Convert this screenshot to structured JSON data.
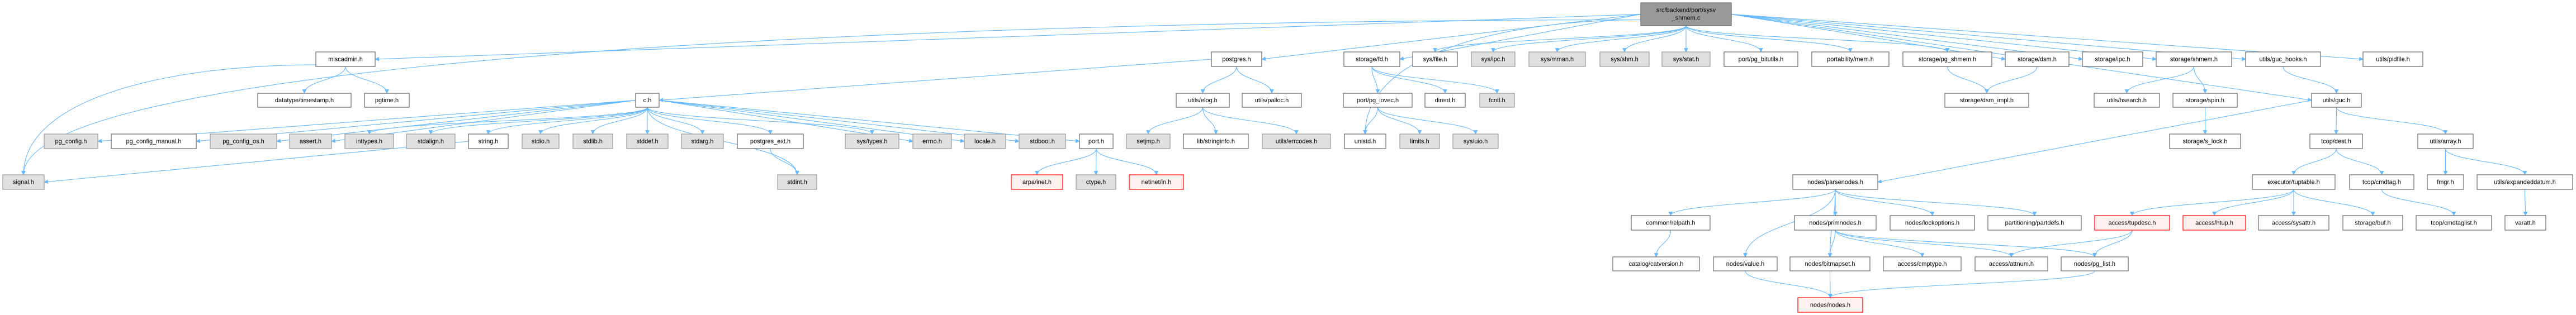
{
  "title": "src/backend/port/sysv_shmem.c include dependency graph",
  "colors": {
    "edge": "#63b8ff",
    "root_fill": "#999999",
    "system_fill": "#e0e0e0",
    "doc_fill": "#ffffff",
    "truncated_border": "#ff0000",
    "truncated_fill": "#fff0f0"
  },
  "nodes": [
    {
      "id": "root",
      "label": "src/backend/port/sysv\n_shmem.c",
      "kind": "root"
    },
    {
      "id": "miscadmin",
      "label": "miscadmin.h",
      "kind": "doc"
    },
    {
      "id": "postgres",
      "label": "postgres.h",
      "kind": "doc"
    },
    {
      "id": "fd",
      "label": "storage/fd.h",
      "kind": "doc"
    },
    {
      "id": "sysfile",
      "label": "sys/file.h",
      "kind": "doc"
    },
    {
      "id": "sysipc",
      "label": "sys/ipc.h",
      "kind": "system"
    },
    {
      "id": "sysmman",
      "label": "sys/mman.h",
      "kind": "system"
    },
    {
      "id": "sysshm",
      "label": "sys/shm.h",
      "kind": "system"
    },
    {
      "id": "sysstat",
      "label": "sys/stat.h",
      "kind": "system"
    },
    {
      "id": "bitutils",
      "label": "port/pg_bitutils.h",
      "kind": "doc"
    },
    {
      "id": "pmem",
      "label": "portability/mem.h",
      "kind": "doc"
    },
    {
      "id": "pgshmem",
      "label": "storage/pg_shmem.h",
      "kind": "doc"
    },
    {
      "id": "dsm",
      "label": "storage/dsm.h",
      "kind": "doc"
    },
    {
      "id": "ipc",
      "label": "storage/ipc.h",
      "kind": "doc"
    },
    {
      "id": "shmem",
      "label": "storage/shmem.h",
      "kind": "doc"
    },
    {
      "id": "guchooks",
      "label": "utils/guc_hooks.h",
      "kind": "doc"
    },
    {
      "id": "pidfile",
      "label": "utils/pidfile.h",
      "kind": "doc"
    },
    {
      "id": "timestamp",
      "label": "datatype/timestamp.h",
      "kind": "doc"
    },
    {
      "id": "pgtime",
      "label": "pgtime.h",
      "kind": "doc"
    },
    {
      "id": "c",
      "label": "c.h",
      "kind": "doc"
    },
    {
      "id": "elog",
      "label": "utils/elog.h",
      "kind": "doc"
    },
    {
      "id": "palloc",
      "label": "utils/palloc.h",
      "kind": "doc"
    },
    {
      "id": "iovec",
      "label": "port/pg_iovec.h",
      "kind": "doc"
    },
    {
      "id": "dirent",
      "label": "dirent.h",
      "kind": "doc"
    },
    {
      "id": "fcntl",
      "label": "fcntl.h",
      "kind": "system"
    },
    {
      "id": "dsmimpl",
      "label": "storage/dsm_impl.h",
      "kind": "doc"
    },
    {
      "id": "hsearch",
      "label": "utils/hsearch.h",
      "kind": "doc"
    },
    {
      "id": "spin",
      "label": "storage/spin.h",
      "kind": "doc"
    },
    {
      "id": "guc",
      "label": "utils/guc.h",
      "kind": "doc"
    },
    {
      "id": "pgconfig",
      "label": "pg_config.h",
      "kind": "system"
    },
    {
      "id": "pgconfigmanual",
      "label": "pg_config_manual.h",
      "kind": "doc"
    },
    {
      "id": "pgconfigos",
      "label": "pg_config_os.h",
      "kind": "system"
    },
    {
      "id": "assert",
      "label": "assert.h",
      "kind": "system"
    },
    {
      "id": "inttypes",
      "label": "inttypes.h",
      "kind": "system"
    },
    {
      "id": "stdalign",
      "label": "stdalign.h",
      "kind": "system"
    },
    {
      "id": "string",
      "label": "string.h",
      "kind": "doc"
    },
    {
      "id": "stdio",
      "label": "stdio.h",
      "kind": "system"
    },
    {
      "id": "stdlib",
      "label": "stdlib.h",
      "kind": "system"
    },
    {
      "id": "stddef",
      "label": "stddef.h",
      "kind": "system"
    },
    {
      "id": "stdarg",
      "label": "stdarg.h",
      "kind": "system"
    },
    {
      "id": "postgresext",
      "label": "postgres_ext.h",
      "kind": "doc"
    },
    {
      "id": "systypes",
      "label": "sys/types.h",
      "kind": "system"
    },
    {
      "id": "errno",
      "label": "errno.h",
      "kind": "system"
    },
    {
      "id": "locale",
      "label": "locale.h",
      "kind": "system"
    },
    {
      "id": "stdbool",
      "label": "stdbool.h",
      "kind": "system"
    },
    {
      "id": "port",
      "label": "port.h",
      "kind": "doc"
    },
    {
      "id": "setjmp",
      "label": "setjmp.h",
      "kind": "system"
    },
    {
      "id": "stringinfo",
      "label": "lib/stringinfo.h",
      "kind": "doc"
    },
    {
      "id": "errcodes",
      "label": "utils/errcodes.h",
      "kind": "system"
    },
    {
      "id": "unistd",
      "label": "unistd.h",
      "kind": "doc"
    },
    {
      "id": "limits",
      "label": "limits.h",
      "kind": "system"
    },
    {
      "id": "sysuio",
      "label": "sys/uio.h",
      "kind": "system"
    },
    {
      "id": "slock",
      "label": "storage/s_lock.h",
      "kind": "doc"
    },
    {
      "id": "dest",
      "label": "tcop/dest.h",
      "kind": "doc"
    },
    {
      "id": "array",
      "label": "utils/array.h",
      "kind": "doc"
    },
    {
      "id": "signal",
      "label": "signal.h",
      "kind": "system"
    },
    {
      "id": "stdint",
      "label": "stdint.h",
      "kind": "system"
    },
    {
      "id": "inet",
      "label": "arpa/inet.h",
      "kind": "truncated"
    },
    {
      "id": "ctype",
      "label": "ctype.h",
      "kind": "system"
    },
    {
      "id": "netinet",
      "label": "netinet/in.h",
      "kind": "truncated"
    },
    {
      "id": "parsenodes",
      "label": "nodes/parsenodes.h",
      "kind": "doc"
    },
    {
      "id": "tuptable",
      "label": "executor/tuptable.h",
      "kind": "doc"
    },
    {
      "id": "cmdtag",
      "label": "tcop/cmdtag.h",
      "kind": "doc"
    },
    {
      "id": "fmgr",
      "label": "fmgr.h",
      "kind": "doc"
    },
    {
      "id": "expanded",
      "label": "utils/expandeddatum.h",
      "kind": "doc"
    },
    {
      "id": "relpath",
      "label": "common/relpath.h",
      "kind": "doc"
    },
    {
      "id": "primnodes",
      "label": "nodes/primnodes.h",
      "kind": "doc"
    },
    {
      "id": "lockoptions",
      "label": "nodes/lockoptions.h",
      "kind": "doc"
    },
    {
      "id": "partdefs",
      "label": "partitioning/partdefs.h",
      "kind": "doc"
    },
    {
      "id": "tupdesc",
      "label": "access/tupdesc.h",
      "kind": "truncated"
    },
    {
      "id": "htup",
      "label": "access/htup.h",
      "kind": "truncated"
    },
    {
      "id": "sysattr",
      "label": "access/sysattr.h",
      "kind": "doc"
    },
    {
      "id": "buf",
      "label": "storage/buf.h",
      "kind": "doc"
    },
    {
      "id": "cmdtaglist",
      "label": "tcop/cmdtaglist.h",
      "kind": "doc"
    },
    {
      "id": "varatt",
      "label": "varatt.h",
      "kind": "doc"
    },
    {
      "id": "catversion",
      "label": "catalog/catversion.h",
      "kind": "doc"
    },
    {
      "id": "value",
      "label": "nodes/value.h",
      "kind": "doc"
    },
    {
      "id": "bitmapset",
      "label": "nodes/bitmapset.h",
      "kind": "doc"
    },
    {
      "id": "cmptype",
      "label": "access/cmptype.h",
      "kind": "doc"
    },
    {
      "id": "attnum",
      "label": "access/attnum.h",
      "kind": "doc"
    },
    {
      "id": "pglist",
      "label": "nodes/pg_list.h",
      "kind": "doc"
    },
    {
      "id": "nodes",
      "label": "nodes/nodes.h",
      "kind": "truncated"
    }
  ],
  "edges": [
    [
      "root",
      "miscadmin"
    ],
    [
      "root",
      "signal"
    ],
    [
      "root",
      "postgres"
    ],
    [
      "root",
      "fd"
    ],
    [
      "root",
      "sysfile"
    ],
    [
      "root",
      "sysipc"
    ],
    [
      "root",
      "sysmman"
    ],
    [
      "root",
      "sysshm"
    ],
    [
      "root",
      "sysstat"
    ],
    [
      "root",
      "bitutils"
    ],
    [
      "root",
      "pmem"
    ],
    [
      "root",
      "pgshmem"
    ],
    [
      "root",
      "dsm"
    ],
    [
      "root",
      "ipc"
    ],
    [
      "root",
      "shmem"
    ],
    [
      "root",
      "guchooks"
    ],
    [
      "root",
      "pidfile"
    ],
    [
      "root",
      "guc"
    ],
    [
      "root",
      "unistd"
    ],
    [
      "miscadmin",
      "timestamp"
    ],
    [
      "miscadmin",
      "pgtime"
    ],
    [
      "miscadmin",
      "signal"
    ],
    [
      "postgres",
      "c"
    ],
    [
      "postgres",
      "elog"
    ],
    [
      "postgres",
      "palloc"
    ],
    [
      "c",
      "pgconfig"
    ],
    [
      "c",
      "pgconfigmanual"
    ],
    [
      "c",
      "pgconfigos"
    ],
    [
      "c",
      "assert"
    ],
    [
      "c",
      "inttypes"
    ],
    [
      "c",
      "stdalign"
    ],
    [
      "c",
      "string"
    ],
    [
      "c",
      "stdio"
    ],
    [
      "c",
      "stdlib"
    ],
    [
      "c",
      "stddef"
    ],
    [
      "c",
      "stdarg"
    ],
    [
      "c",
      "postgresext"
    ],
    [
      "c",
      "stdint"
    ],
    [
      "c",
      "systypes"
    ],
    [
      "c",
      "errno"
    ],
    [
      "c",
      "locale"
    ],
    [
      "c",
      "stdbool"
    ],
    [
      "c",
      "port"
    ],
    [
      "string",
      "signal"
    ],
    [
      "postgresext",
      "stdint"
    ],
    [
      "port",
      "inet"
    ],
    [
      "port",
      "ctype"
    ],
    [
      "port",
      "netinet"
    ],
    [
      "elog",
      "setjmp"
    ],
    [
      "elog",
      "stringinfo"
    ],
    [
      "elog",
      "errcodes"
    ],
    [
      "fd",
      "iovec"
    ],
    [
      "fd",
      "dirent"
    ],
    [
      "fd",
      "fcntl"
    ],
    [
      "iovec",
      "unistd"
    ],
    [
      "iovec",
      "limits"
    ],
    [
      "iovec",
      "sysuio"
    ],
    [
      "pgshmem",
      "dsmimpl"
    ],
    [
      "dsm",
      "dsmimpl"
    ],
    [
      "shmem",
      "hsearch"
    ],
    [
      "shmem",
      "spin"
    ],
    [
      "spin",
      "slock"
    ],
    [
      "guchooks",
      "guc"
    ],
    [
      "guc",
      "parsenodes"
    ],
    [
      "guc",
      "dest"
    ],
    [
      "guc",
      "array"
    ],
    [
      "dest",
      "tuptable"
    ],
    [
      "dest",
      "cmdtag"
    ],
    [
      "array",
      "fmgr"
    ],
    [
      "array",
      "expanded"
    ],
    [
      "expanded",
      "varatt"
    ],
    [
      "tuptable",
      "tupdesc"
    ],
    [
      "tuptable",
      "htup"
    ],
    [
      "tuptable",
      "sysattr"
    ],
    [
      "tuptable",
      "buf"
    ],
    [
      "cmdtag",
      "cmdtaglist"
    ],
    [
      "tupdesc",
      "attnum"
    ],
    [
      "tupdesc",
      "pglist"
    ],
    [
      "parsenodes",
      "relpath"
    ],
    [
      "parsenodes",
      "value"
    ],
    [
      "parsenodes",
      "bitmapset"
    ],
    [
      "parsenodes",
      "primnodes"
    ],
    [
      "parsenodes",
      "lockoptions"
    ],
    [
      "parsenodes",
      "partdefs"
    ],
    [
      "relpath",
      "catversion"
    ],
    [
      "primnodes",
      "bitmapset"
    ],
    [
      "primnodes",
      "cmptype"
    ],
    [
      "primnodes",
      "attnum"
    ],
    [
      "primnodes",
      "pglist"
    ],
    [
      "value",
      "nodes"
    ],
    [
      "bitmapset",
      "nodes"
    ],
    [
      "pglist",
      "nodes"
    ]
  ]
}
